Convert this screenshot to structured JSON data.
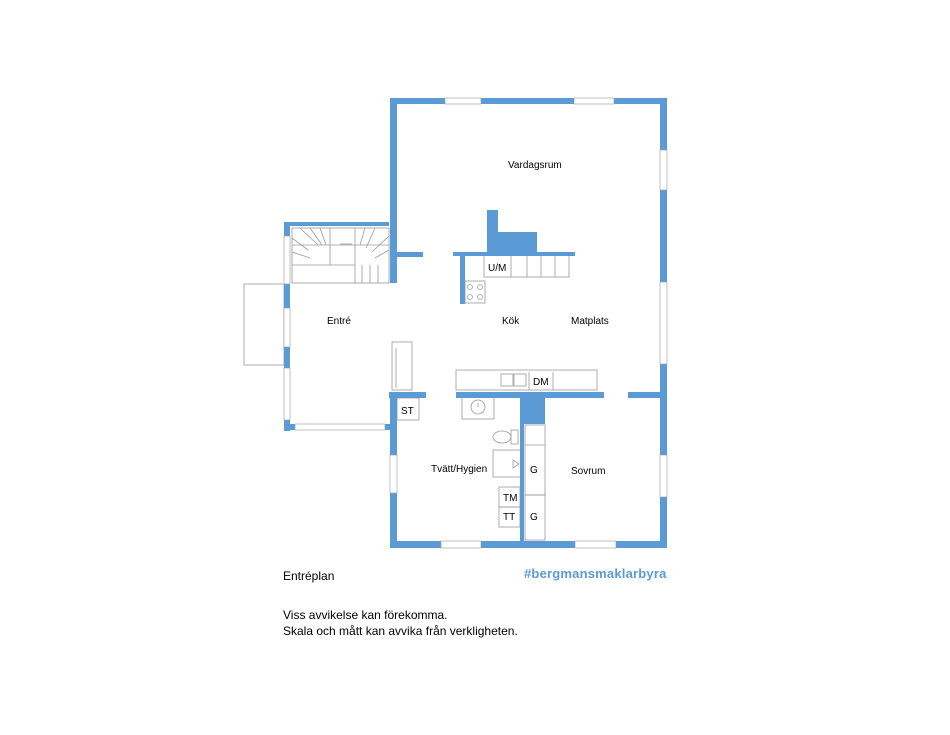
{
  "colors": {
    "wall": "#5b9bd5",
    "line": "#9a9a9a",
    "window": "#ffffff",
    "brand": "#5b9bd5"
  },
  "rooms": {
    "vardagsrum": "Vardagsrum",
    "entre": "Entré",
    "kok": "Kök",
    "matplats": "Matplats",
    "tvatt": "Tvätt/Hygien",
    "sovrum": "Sovrum"
  },
  "fixtures": {
    "um": "U/M",
    "dm": "DM",
    "st": "ST",
    "tm": "TM",
    "tt": "TT",
    "g1": "G",
    "g2": "G"
  },
  "captions": {
    "plan_title": "Entréplan",
    "brand": "#bergmansmaklarbyra",
    "disclaimer": [
      "Viss avvikelse kan förekomma.",
      "Skala och mått kan avvika från verkligheten."
    ]
  }
}
